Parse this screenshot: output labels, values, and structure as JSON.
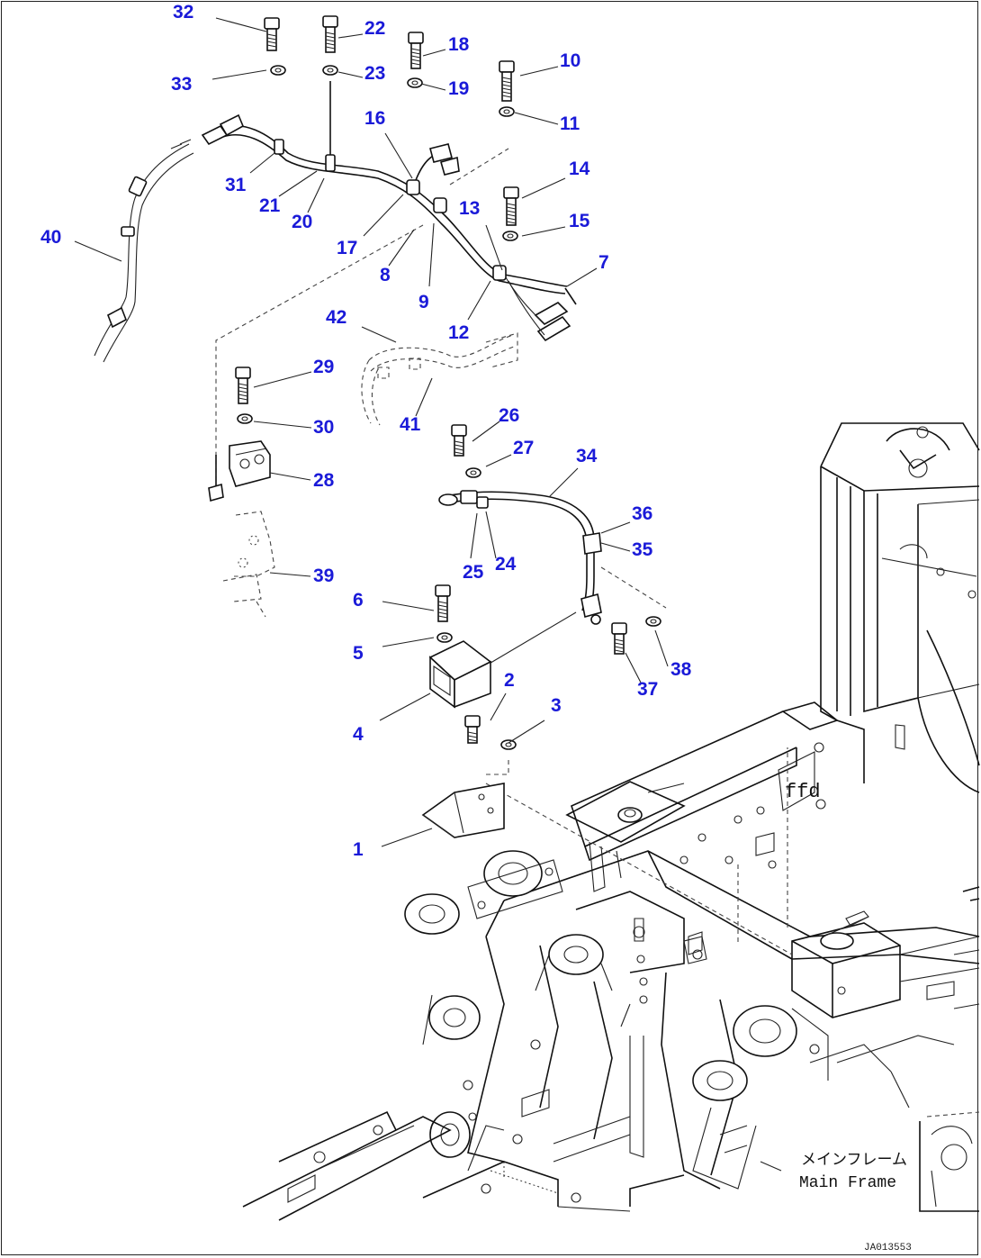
{
  "diagram": {
    "callouts": [
      "1",
      "2",
      "3",
      "4",
      "5",
      "6",
      "7",
      "8",
      "9",
      "10",
      "11",
      "12",
      "13",
      "14",
      "15",
      "16",
      "17",
      "18",
      "19",
      "20",
      "21",
      "22",
      "23",
      "24",
      "25",
      "26",
      "27",
      "28",
      "29",
      "30",
      "31",
      "32",
      "33",
      "34",
      "35",
      "36",
      "37",
      "38",
      "39",
      "40",
      "41",
      "42"
    ],
    "main_frame_label_jp": "メインフレーム",
    "main_frame_label_en": "Main Frame",
    "drawing_code": "JA013553",
    "label_color": "#1a1ad8"
  }
}
